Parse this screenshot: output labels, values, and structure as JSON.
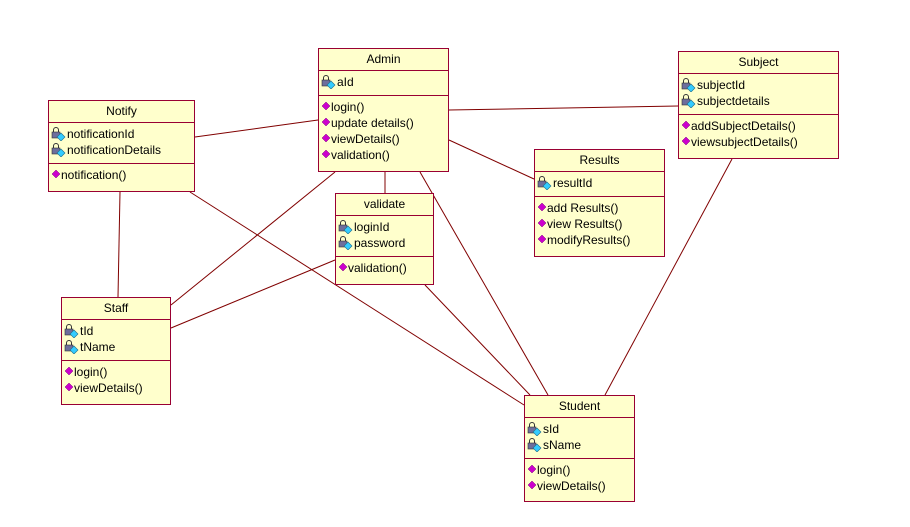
{
  "classes": {
    "admin": {
      "name": "Admin",
      "attributes": [
        "aId"
      ],
      "operations": [
        "login()",
        "update details()",
        "viewDetails()",
        "validation()"
      ]
    },
    "notify": {
      "name": "Notify",
      "attributes": [
        "notificationId",
        "notificationDetails"
      ],
      "operations": [
        "notification()"
      ]
    },
    "subject": {
      "name": "Subject",
      "attributes": [
        "subjectId",
        "subjectdetails"
      ],
      "operations": [
        "addSubjectDetails()",
        "viewsubjectDetails()"
      ]
    },
    "results": {
      "name": "Results",
      "attributes": [
        "resultId"
      ],
      "operations": [
        "add Results()",
        "view Results()",
        "modifyResults()"
      ]
    },
    "validate": {
      "name": "validate",
      "attributes": [
        "loginId",
        "password"
      ],
      "operations": [
        "validation()"
      ]
    },
    "staff": {
      "name": "Staff",
      "attributes": [
        "tId",
        "tName"
      ],
      "operations": [
        "login()",
        "viewDetails()"
      ]
    },
    "student": {
      "name": "Student",
      "attributes": [
        "sId",
        "sName"
      ],
      "operations": [
        "login()",
        "viewDetails()"
      ]
    }
  },
  "associations": [
    [
      "notify",
      "admin"
    ],
    [
      "admin",
      "subject"
    ],
    [
      "admin",
      "results"
    ],
    [
      "admin",
      "validate"
    ],
    [
      "admin",
      "staff"
    ],
    [
      "admin",
      "student"
    ],
    [
      "notify",
      "staff"
    ],
    [
      "notify",
      "student"
    ],
    [
      "validate",
      "staff"
    ],
    [
      "validate",
      "student"
    ],
    [
      "subject",
      "student"
    ]
  ],
  "colors": {
    "box_fill": "#ffffcc",
    "border": "#990033",
    "line": "#800000",
    "attr_icon_lock": "#6e6e9c",
    "attr_icon_diamond": "#33ccff",
    "op_icon": "#cc00cc"
  },
  "icons": {
    "attribute": "lock-diamond-icon",
    "operation": "magenta-diamond-icon"
  }
}
